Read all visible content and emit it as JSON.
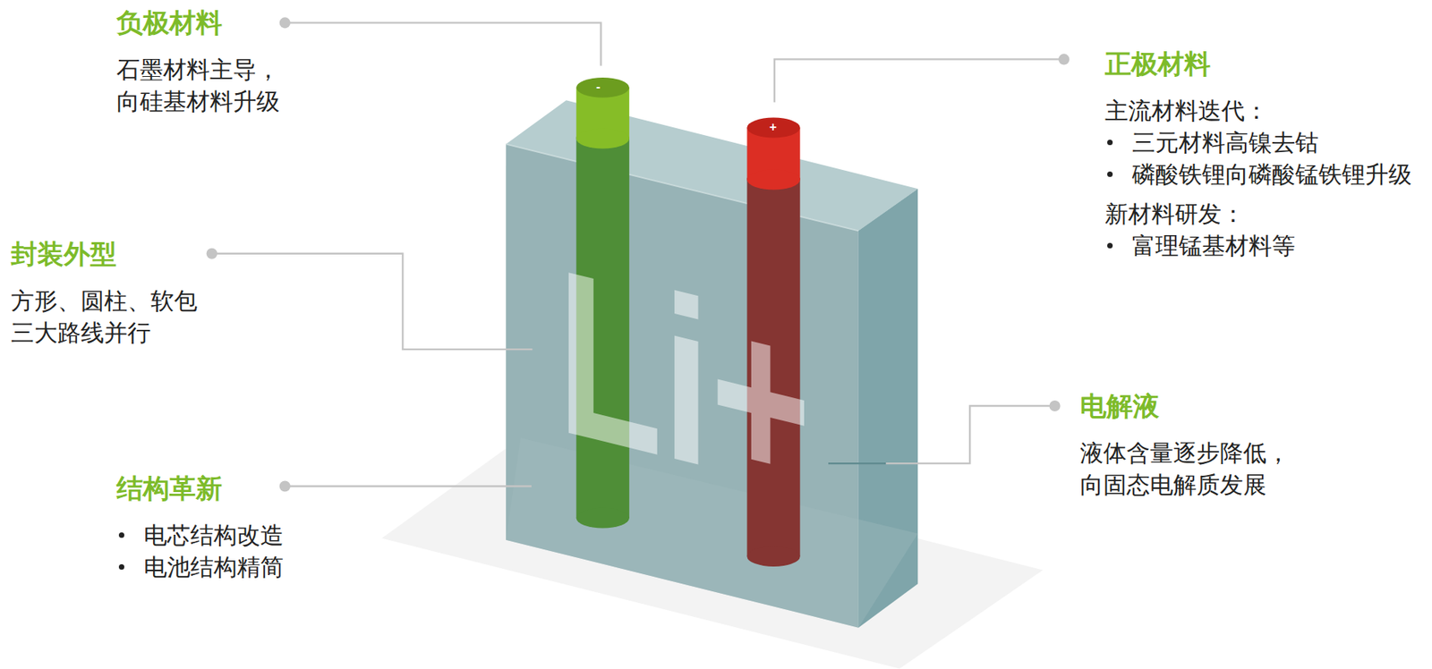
{
  "diagram": {
    "nodes": [
      {
        "text": [
          "负极材料",
          "石墨材料主导， 向硅基材料升级"
        ]
      },
      {
        "text": [
          "正极材料",
          "主流材料迭代：",
          "三元材料高镍去钴",
          "磷酸铁锂向磷酸锰铁锂升级",
          "新材料研发：",
          "富理锰基材料等"
        ]
      },
      {
        "text": [
          "封装外型",
          "方形、圆柱、软包 三大路线并行"
        ]
      },
      {
        "text": [
          "电解液",
          "液体含量逐步降低， 向固态电解质发展"
        ]
      },
      {
        "text": [
          "结构革新",
          "电芯结构改造",
          "电池结构精简"
        ]
      }
    ],
    "labels": [
      "Li+",
      "-",
      "+"
    ]
  }
}
